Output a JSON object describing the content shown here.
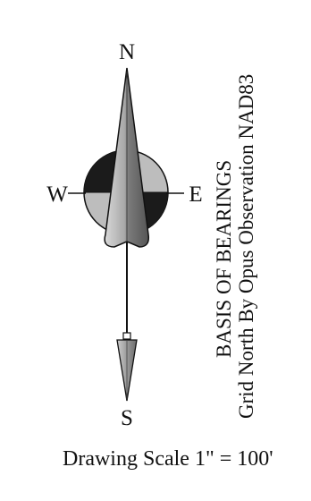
{
  "compass": {
    "north_label": "N",
    "south_label": "S",
    "west_label": "W",
    "east_label": "E"
  },
  "basis": {
    "title": "BASIS OF BEARINGS",
    "subtitle": "Grid North By Opus Observation NAD83"
  },
  "scale": {
    "text": "Drawing Scale 1\" = 100'"
  }
}
